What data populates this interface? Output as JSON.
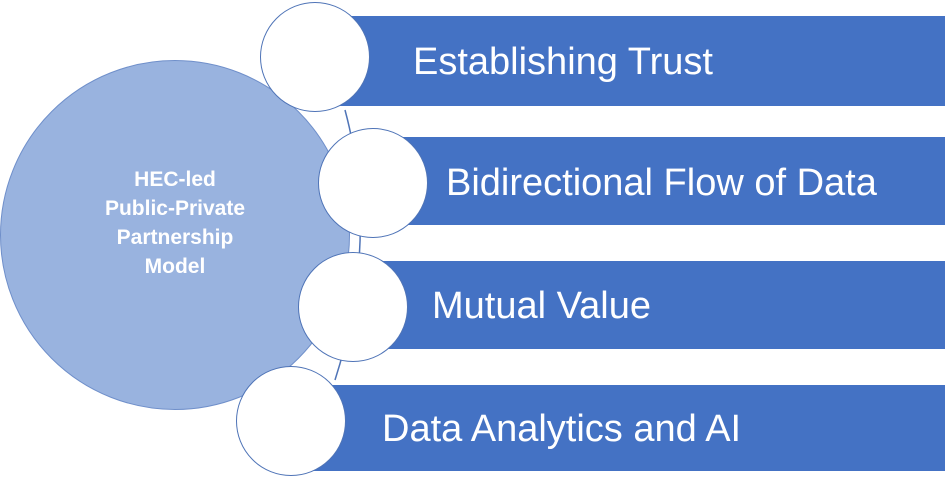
{
  "hub": {
    "lines": [
      "HEC-led",
      "Public-Private",
      "Partnership",
      "Model"
    ]
  },
  "items": [
    {
      "label": "Establishing Trust"
    },
    {
      "label": "Bidirectional Flow of Data"
    },
    {
      "label": "Mutual Value"
    },
    {
      "label": "Data Analytics and AI"
    }
  ],
  "colors": {
    "bar": "#4472c4",
    "hub_fill": "#99b3df",
    "bubble_fill": "#ffffff",
    "text_on_bar": "#ffffff"
  }
}
